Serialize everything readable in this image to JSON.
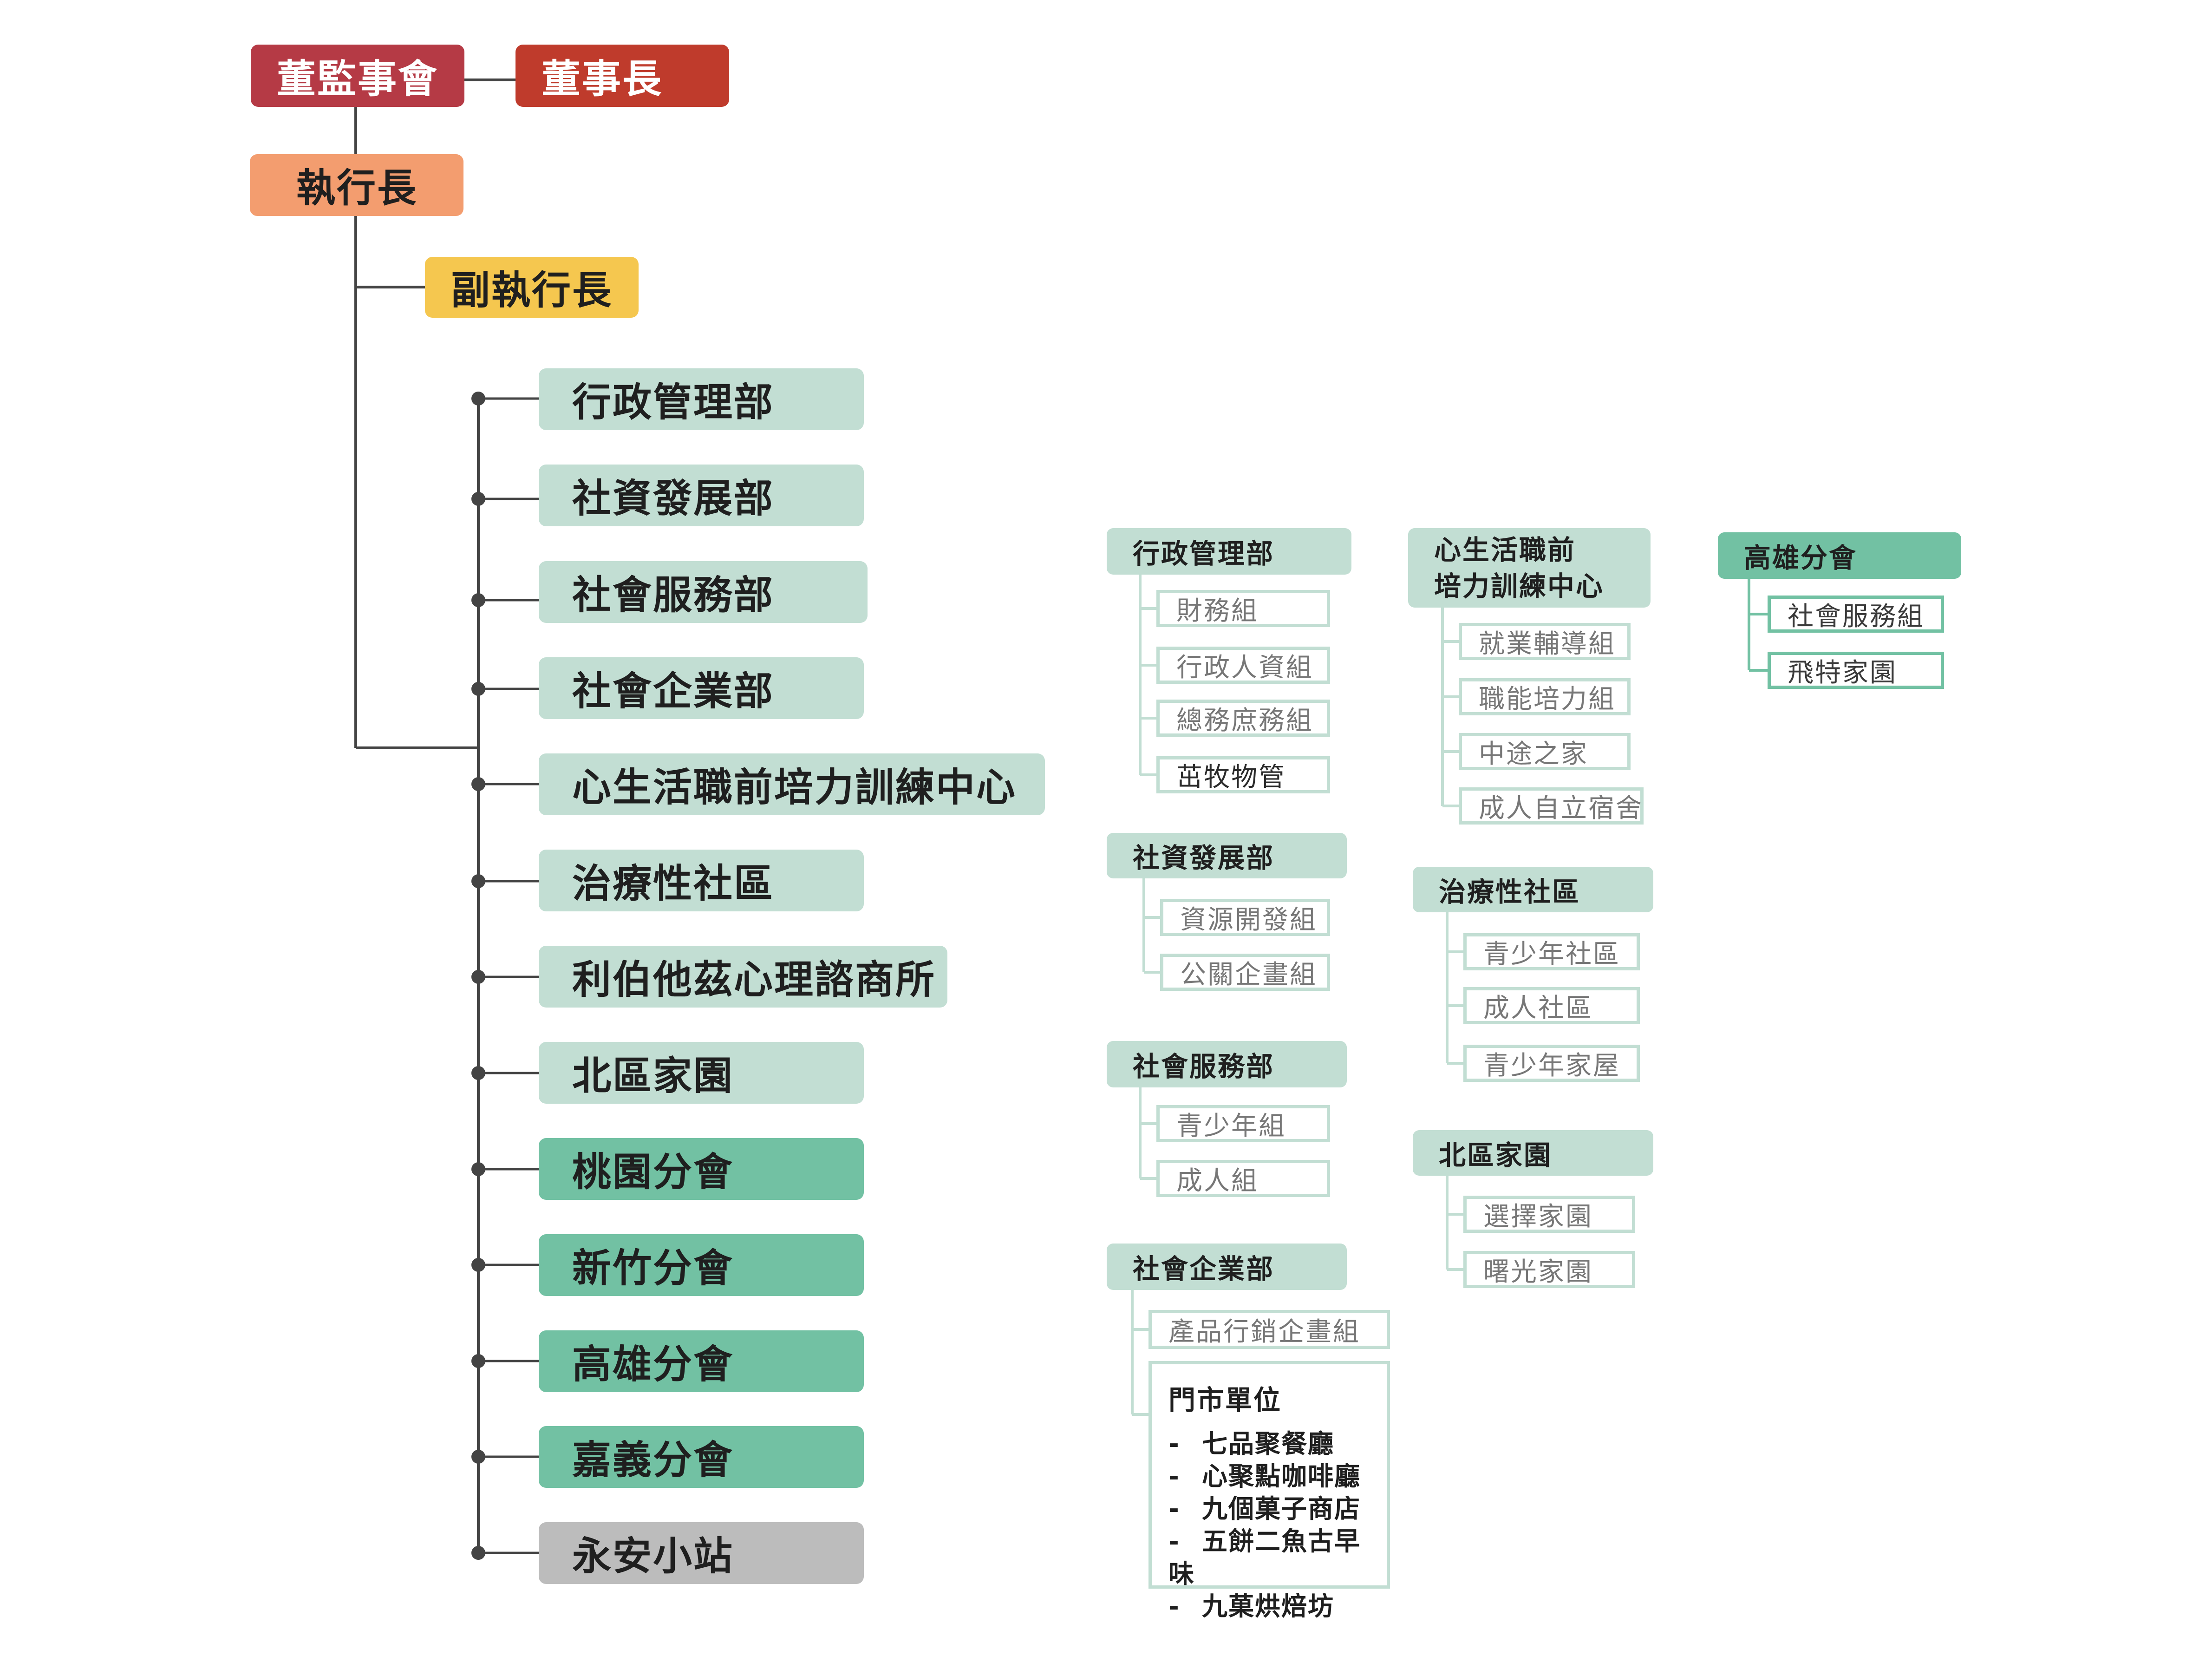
{
  "colors": {
    "board": "#b53a45",
    "chairman": "#bf3b2c",
    "ceo": "#f39d6f",
    "deputy": "#f5c74f",
    "light_green": "#c2ded3",
    "mid_green": "#72c1a3",
    "gray": "#bcbcbc",
    "line": "#444444"
  },
  "top": {
    "board": "董監事會",
    "chairman": "董事長",
    "ceo": "執行長",
    "deputy": "副執行長"
  },
  "departments": [
    {
      "label": "行政管理部",
      "tone": "light"
    },
    {
      "label": "社資發展部",
      "tone": "light"
    },
    {
      "label": "社會服務部",
      "tone": "light"
    },
    {
      "label": "社會企業部",
      "tone": "light"
    },
    {
      "label": "心生活職前培力訓練中心",
      "tone": "light"
    },
    {
      "label": "治療性社區",
      "tone": "light"
    },
    {
      "label": "利伯他茲心理諮商所",
      "tone": "light"
    },
    {
      "label": "北區家園",
      "tone": "light"
    },
    {
      "label": "桃園分會",
      "tone": "mid"
    },
    {
      "label": "新竹分會",
      "tone": "mid"
    },
    {
      "label": "高雄分會",
      "tone": "mid"
    },
    {
      "label": "嘉義分會",
      "tone": "mid"
    },
    {
      "label": "永安小站",
      "tone": "gray"
    }
  ],
  "details": {
    "admin": {
      "title": "行政管理部",
      "subs": [
        "財務組",
        "行政人資組",
        "總務庶務組",
        "茁牧物管"
      ]
    },
    "resource": {
      "title": "社資發展部",
      "subs": [
        "資源開發組",
        "公關企畫組"
      ]
    },
    "service": {
      "title": "社會服務部",
      "subs": [
        "青少年組",
        "成人組"
      ]
    },
    "enterprise": {
      "title": "社會企業部",
      "subs": [
        "產品行銷企畫組"
      ],
      "stores": {
        "title": "門市單位",
        "dash": "-",
        "items": [
          "七品聚餐廳",
          "心聚點咖啡廳",
          "九個菓子商店",
          "五餅二魚古早味",
          "九菓烘焙坊"
        ]
      }
    },
    "training": {
      "title_line1": "心生活職前",
      "title_line2": "培力訓練中心",
      "subs": [
        "就業輔導組",
        "職能培力組",
        "中途之家",
        "成人自立宿舍"
      ]
    },
    "community": {
      "title": "治療性社區",
      "subs": [
        "青少年社區",
        "成人社區",
        "青少年家屋"
      ]
    },
    "north": {
      "title": "北區家園",
      "subs": [
        "選擇家園",
        "曙光家園"
      ]
    },
    "kaohsiung": {
      "title": "高雄分會",
      "subs": [
        "社會服務組",
        "飛特家園"
      ]
    }
  }
}
